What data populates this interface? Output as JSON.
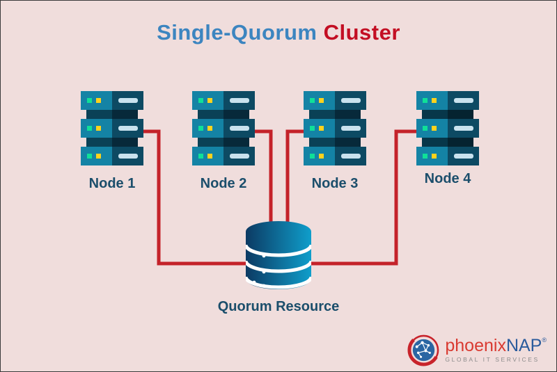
{
  "title": {
    "part1": "Single-Quorum",
    "part2": "Cluster"
  },
  "nodes": [
    {
      "label": "Node 1"
    },
    {
      "label": "Node 2"
    },
    {
      "label": "Node 3"
    },
    {
      "label": "Node 4"
    }
  ],
  "quorum": {
    "label": "Quorum Resource"
  },
  "connections": [
    {
      "from": "Node 1",
      "to": "Quorum Resource",
      "route": "right-down-left-side"
    },
    {
      "from": "Node 2",
      "to": "Quorum Resource",
      "route": "right-down-top"
    },
    {
      "from": "Node 3",
      "to": "Quorum Resource",
      "route": "left-down-top"
    },
    {
      "from": "Node 4",
      "to": "Quorum Resource",
      "route": "left-down-right-side"
    }
  ],
  "logo": {
    "brand_red": "phoenix",
    "brand_blue": "NAP",
    "registered": "®",
    "tagline": "GLOBAL IT SERVICES"
  },
  "icons": {
    "server": "server-stack-icon",
    "database": "database-cylinder-icon",
    "globe": "globe-network-icon"
  },
  "colors": {
    "background": "#f0dddc",
    "border": "#3a3a3a",
    "connector_line": "#c4222a",
    "title_blue": "#3c85c0",
    "title_red": "#c30e23",
    "label_text": "#1b4e6b",
    "server_teal": "#1483a5",
    "server_dark": "#0d4a63",
    "led_green": "#0fe098",
    "led_yellow": "#ffd21d",
    "db_gradient_start": "#0c3a63",
    "db_gradient_end": "#0f9ecb",
    "logo_red": "#d93a31",
    "logo_blue": "#2a5b9c",
    "logo_gray": "#8b8b8b"
  }
}
